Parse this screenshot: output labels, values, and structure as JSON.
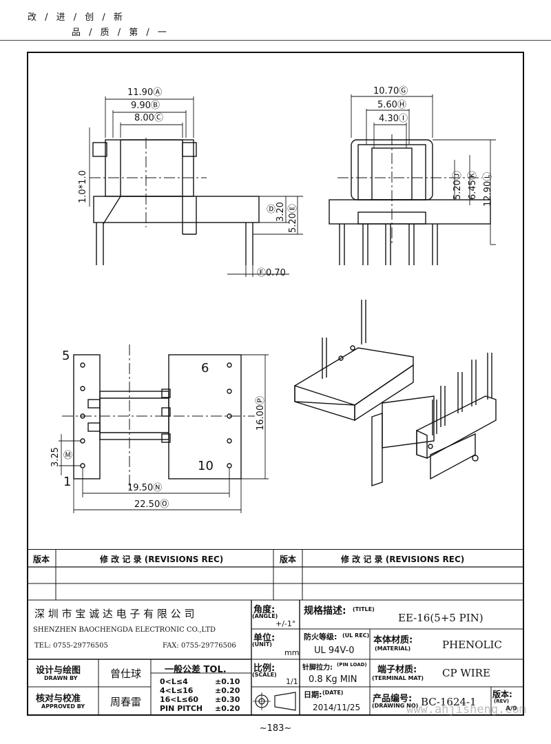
{
  "header": {
    "slogan_line1": "改 / 进 / 创 / 新",
    "slogan_line2": "品 / 质 / 第 / 一"
  },
  "drawing": {
    "front_dims": [
      "11.90Ⓐ",
      "9.90Ⓑ",
      "8.00Ⓒ",
      "1.0*1.0",
      "3.20",
      "5.20Ⓔ",
      "Ⓓ",
      "Ⓕ0.70"
    ],
    "side_dims": [
      "10.70Ⓖ",
      "5.60Ⓗ",
      "4.30Ⓘ",
      "5.20Ⓙ",
      "6.45Ⓚ",
      "12.90Ⓛ"
    ],
    "bottom_dims": [
      "16.00Ⓟ",
      "3.25",
      "Ⓜ",
      "19.50Ⓝ",
      "22.50Ⓞ"
    ],
    "pin_labels": [
      "5",
      "6",
      "1",
      "10"
    ]
  },
  "revisions": {
    "col_version": "版本",
    "col_records": "修 改 记 录 (REVISIONS REC)"
  },
  "company": {
    "name_cn": "深 圳 市 宝 诚 达 电 子 有 限 公 司",
    "name_en": "SHENZHEN BAOCHENGDA ELECTRONIC CO.,LTD",
    "tel": "TEL: 0755-29776505",
    "fax": "FAX: 0755-29776506"
  },
  "title_block": {
    "angle_label": "角度:",
    "angle_label_en": "(ANGLE)",
    "angle_value": "+/-1°",
    "unit_label": "单位:",
    "unit_label_en": "(UNIT)",
    "unit_value": "mm",
    "scale_label": "比例:",
    "scale_label_en": "(SCALE)",
    "scale_value": "1/1",
    "spec_label": "规格描述:",
    "spec_label_en": "(TITLE)",
    "spec_value": "EE-16(5+5 PIN)",
    "ul_label": "防火等级:",
    "ul_label_en": "(UL REC)",
    "ul_value": "UL 94V-0",
    "material_label": "本体材质:",
    "material_label_en": "(MATERIAL)",
    "material_value": "PHENOLIC",
    "pinload_label": "针脚拉力:",
    "pinload_label_en": "(PIN LOAD)",
    "pinload_value": "0.8 Kg MIN",
    "terminal_label": "端子材质:",
    "terminal_label_en": "(TERMINAL MAT)",
    "terminal_value": "CP WIRE",
    "date_label": "日期:",
    "date_label_en": "(DATE)",
    "date_value": "2014/11/25",
    "drawingno_label": "产品编号:",
    "drawingno_label_en": "(DRAWING NO)",
    "drawingno_value": "BC-1624-1",
    "rev_label": "版本:",
    "rev_label_en": "(REV)",
    "rev_value": "A/0",
    "drawn_label": "设计与绘图",
    "drawn_label_en": "DRAWN BY",
    "drawn_value": "曾仕球",
    "approved_label": "核对与校准",
    "approved_label_en": "APPROVED BY",
    "approved_value": "周春雷",
    "tol_title": "一般公差 TOL.",
    "tol_rows": [
      {
        "range": "0<L≤4",
        "value": "±0.10"
      },
      {
        "range": "4<L≤16",
        "value": "±0.20"
      },
      {
        "range": "16<L≤60",
        "value": "±0.30"
      },
      {
        "range": "PIN PITCH",
        "value": "±0.20"
      }
    ]
  },
  "footer": {
    "page_number": "~183~",
    "watermark": "www.ahjisheng.com"
  }
}
